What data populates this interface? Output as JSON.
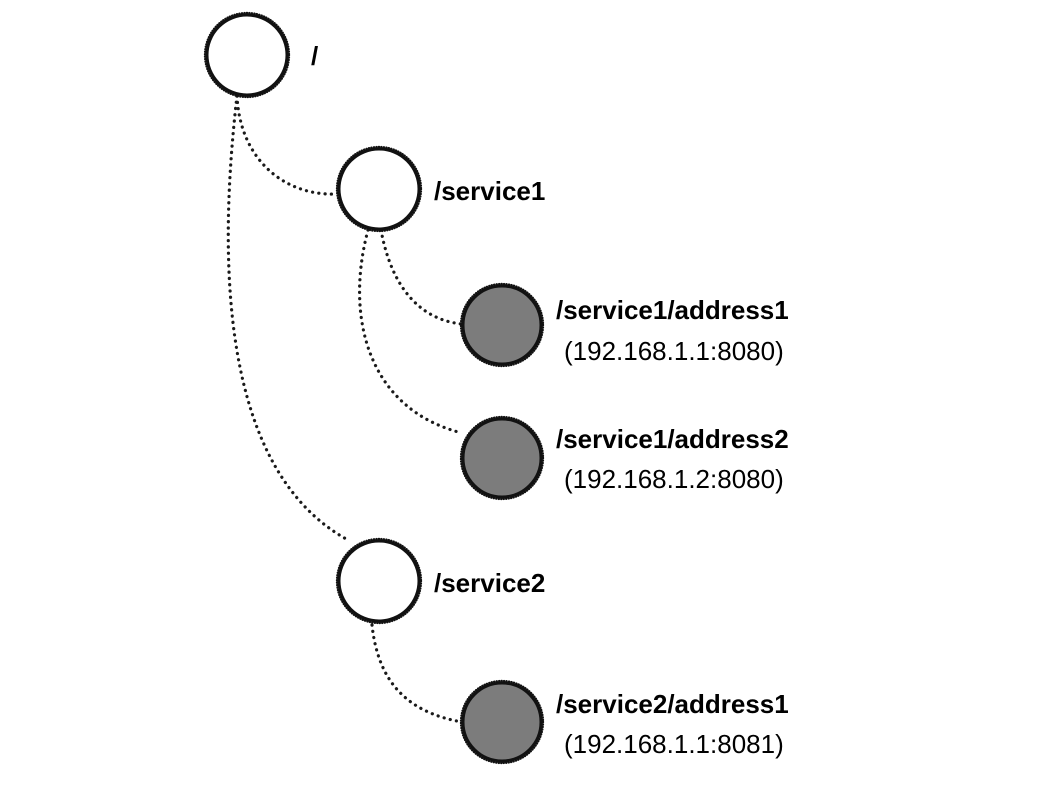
{
  "diagram": {
    "type": "tree",
    "nodes": [
      {
        "id": "root",
        "label": "/",
        "kind": "path",
        "parent": null
      },
      {
        "id": "service1",
        "label": "/service1",
        "kind": "path",
        "parent": "root"
      },
      {
        "id": "service1-address1",
        "label": "/service1/address1",
        "address": "(192.168.1.1:8080)",
        "kind": "address",
        "parent": "service1"
      },
      {
        "id": "service1-address2",
        "label": "/service1/address2",
        "address": "(192.168.1.2:8080)",
        "kind": "address",
        "parent": "service1"
      },
      {
        "id": "service2",
        "label": "/service2",
        "kind": "path",
        "parent": "root"
      },
      {
        "id": "service2-address1",
        "label": "/service2/address1",
        "address": "(192.168.1.1:8081)",
        "kind": "address",
        "parent": "service2"
      }
    ],
    "colors": {
      "path_node_fill": "#ffffff",
      "address_node_fill": "#7c7c7c",
      "outline": "#111111",
      "edge": "#1a1a1a",
      "text": "#000000"
    }
  }
}
